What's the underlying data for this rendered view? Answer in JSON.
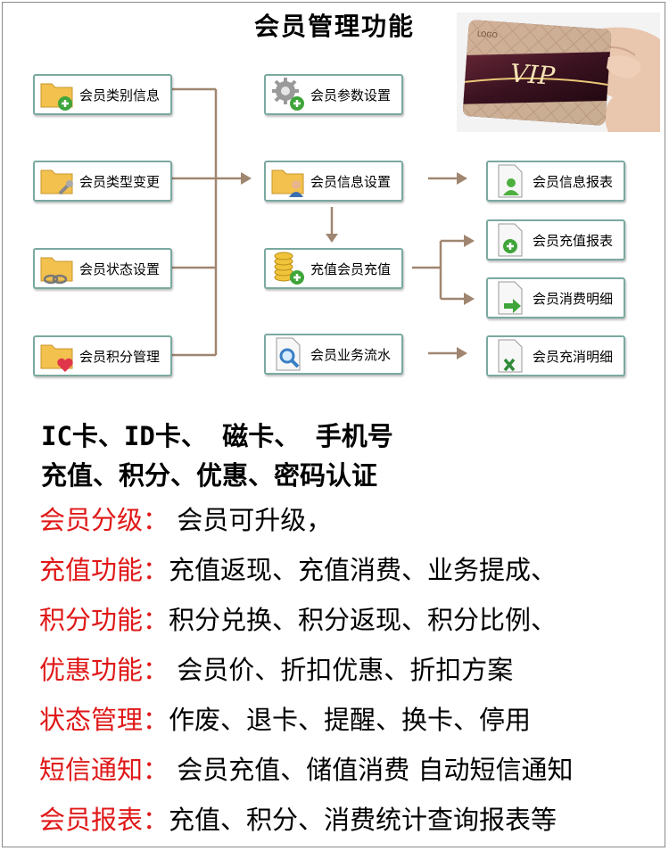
{
  "title": "会员管理功能",
  "boxes": {
    "category": "会员类别信息",
    "type_change": "会员类型变更",
    "status_setting": "会员状态设置",
    "points_manage": "会员积分管理",
    "params_setting": "会员参数设置",
    "info_setting": "会员信息设置",
    "recharge": "充值会员充值",
    "flow": "会员业务流水",
    "info_report": "会员信息报表",
    "recharge_report": "会员充值报表",
    "consume_detail": "会员消费明细",
    "rech_cons_detail": "会员充消明细"
  },
  "headline": {
    "line1": "IC卡、ID卡、 磁卡、 手机号",
    "line2": "充值、积分、优惠、密码认证"
  },
  "features": [
    {
      "key": "会员分级：",
      "value": " 会员可升级，"
    },
    {
      "key": "充值功能：",
      "value": "充值返现、充值消费、业务提成、"
    },
    {
      "key": "积分功能：",
      "value": "积分兑换、积分返现、积分比例、"
    },
    {
      "key": "优惠功能：",
      "value": " 会员价、折扣优惠、折扣方案"
    },
    {
      "key": "状态管理：",
      "value": "作废、退卡、提醒、换卡、停用"
    },
    {
      "key": "短信通知：",
      "value": " 会员充值、储值消费 自动短信通知"
    },
    {
      "key": "会员报表：",
      "value": "充值、积分、消费统计查询报表等"
    }
  ],
  "card": {
    "brand": "VIP",
    "logo": "LOGO"
  },
  "colors": {
    "accent_red": "#e01818",
    "box_border": "#7aa9a0",
    "connector": "#a08670"
  }
}
